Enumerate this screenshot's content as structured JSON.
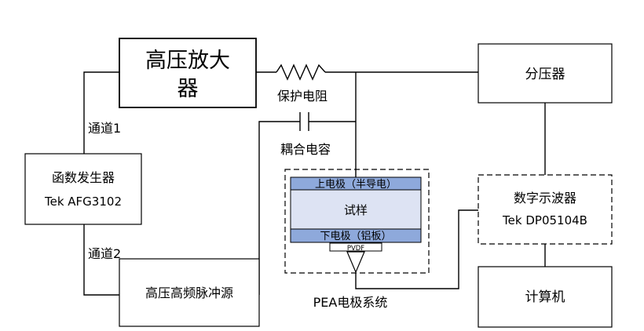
{
  "blocks": {
    "hv_amplifier": {
      "line1": "高压放大",
      "line2": "器"
    },
    "voltage_divider": "分压器",
    "function_generator": {
      "line1": "函数发生器",
      "line2": "Tek AFG3102"
    },
    "oscilloscope": {
      "line1": "数字示波器",
      "line2": "Tek DP05104B"
    },
    "pulse_source": "高压高频脉冲源",
    "computer": "计算机"
  },
  "labels": {
    "protect_resistor": "保护电阻",
    "coupling_capacitor": "耦合电容",
    "channel1": "通道1",
    "channel2": "通道2",
    "pea_system": "PEA电极系统"
  },
  "pea": {
    "upper_electrode": "上电极（半导电）",
    "sample": "试样",
    "lower_electrode": "下电极（铝板）",
    "sensor": "PVDF"
  },
  "colors": {
    "electrode_fill": "#8ea9db",
    "sample_fill": "#dde3f3",
    "line": "#000000"
  }
}
